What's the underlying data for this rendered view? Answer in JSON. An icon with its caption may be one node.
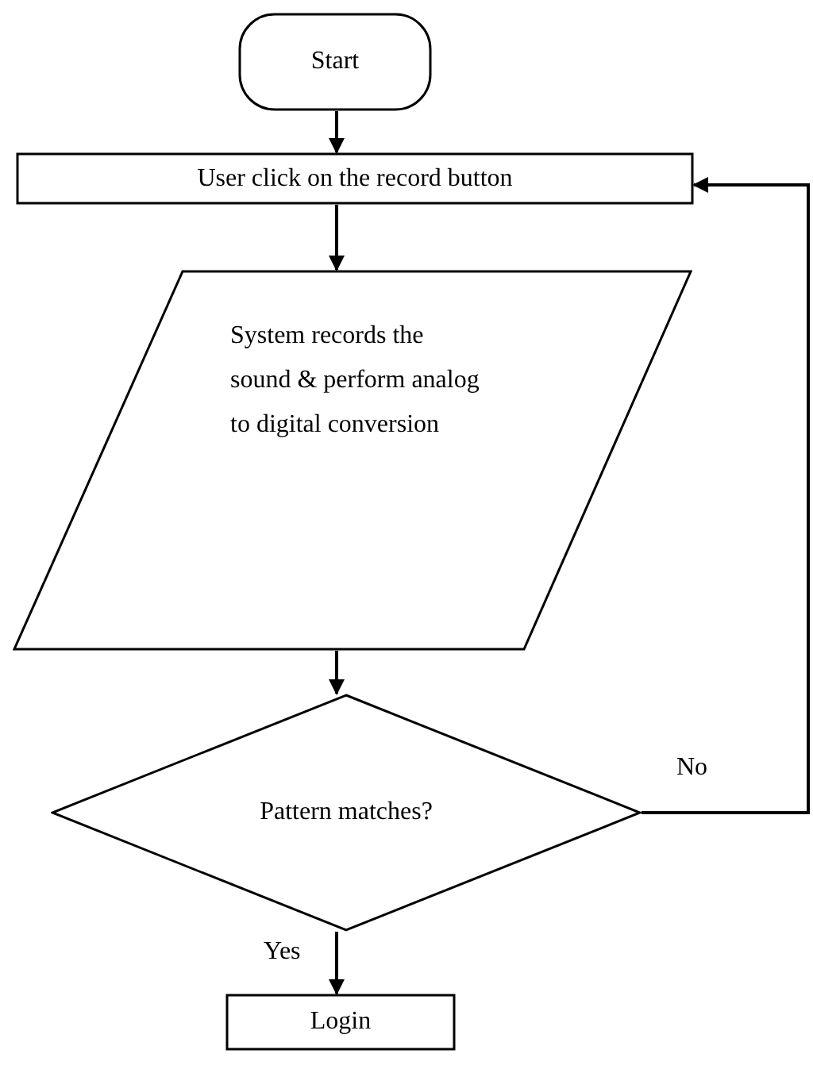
{
  "diagram": {
    "nodes": [
      {
        "text": [
          "Start"
        ]
      },
      {
        "text": [
          "User click on the record button"
        ]
      },
      {
        "text": [
          "System records the sound & perform analog to digital conversion"
        ]
      },
      {
        "text": [
          "Pattern matches?"
        ]
      },
      {
        "text": [
          "Login"
        ]
      }
    ],
    "edges": [
      {
        "from": 0,
        "to": 1,
        "arrow": "to"
      },
      {
        "from": 1,
        "to": 2,
        "arrow": "to"
      },
      {
        "from": 2,
        "to": 3,
        "arrow": "to"
      },
      {
        "from": 3,
        "to": 4,
        "arrow": "to",
        "label": "Yes"
      },
      {
        "from": 3,
        "to": 1,
        "arrow": "to",
        "label": "No"
      }
    ]
  }
}
